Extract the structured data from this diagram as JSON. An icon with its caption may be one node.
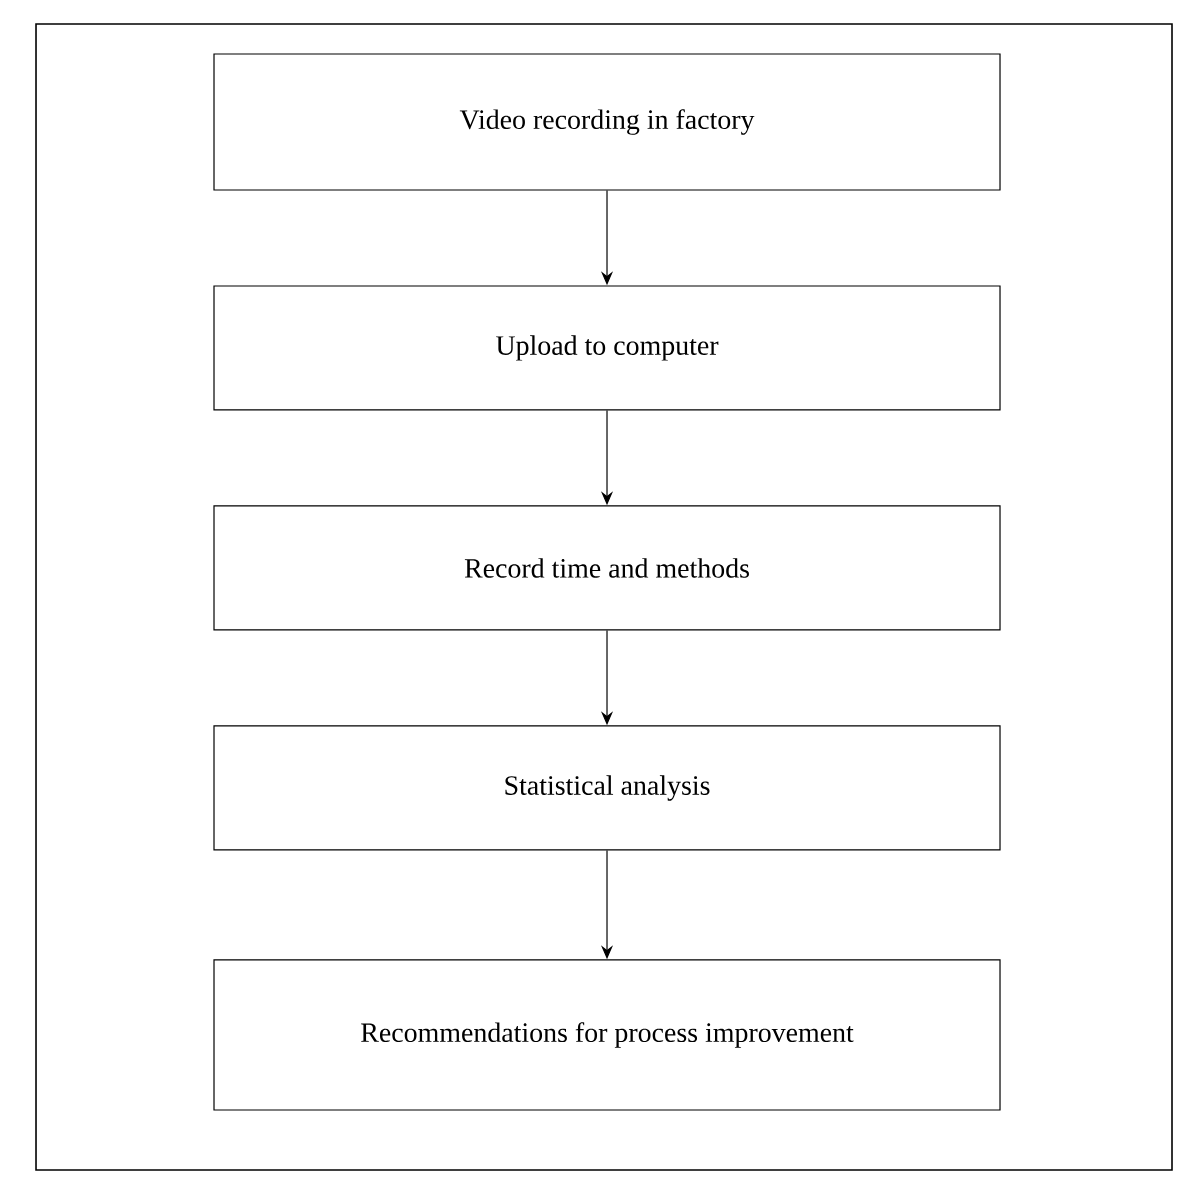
{
  "diagram": {
    "nodes": [
      {
        "text": [
          "Video recording in factory"
        ]
      },
      {
        "text": [
          "Upload to computer"
        ]
      },
      {
        "text": [
          "Record time and methods"
        ]
      },
      {
        "text": [
          "Statistical analysis"
        ]
      },
      {
        "text": [
          "Recommendations for process improvement"
        ]
      }
    ],
    "edges": [
      {
        "from": 0,
        "to": 1,
        "arrow": "to"
      },
      {
        "from": 1,
        "to": 2,
        "arrow": "to"
      },
      {
        "from": 2,
        "to": 3,
        "arrow": "to"
      },
      {
        "from": 3,
        "to": 4,
        "arrow": "to"
      }
    ]
  }
}
